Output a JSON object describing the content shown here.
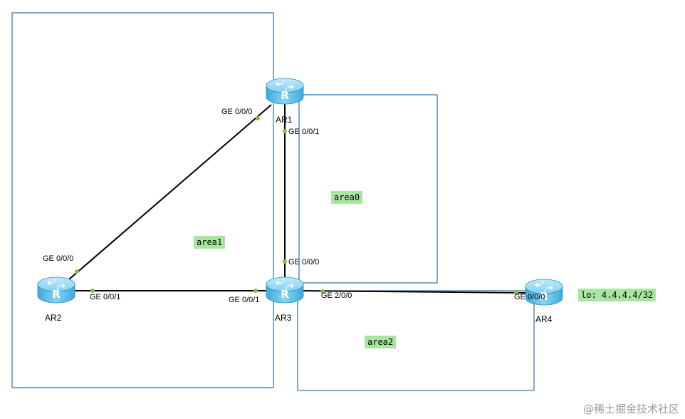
{
  "areas": [
    {
      "id": "area1",
      "label": "area1"
    },
    {
      "id": "area0",
      "label": "area0"
    },
    {
      "id": "area2",
      "label": "area2"
    }
  ],
  "routers": [
    {
      "id": "AR1",
      "label": "AR1",
      "icon": "router-icon"
    },
    {
      "id": "AR2",
      "label": "AR2",
      "icon": "router-icon"
    },
    {
      "id": "AR3",
      "label": "AR3",
      "icon": "router-icon"
    },
    {
      "id": "AR4",
      "label": "AR4",
      "icon": "router-icon"
    }
  ],
  "interfaces": {
    "ar1_ge000": "GE 0/0/0",
    "ar1_ge001": "GE 0/0/1",
    "ar2_ge000": "GE 0/0/0",
    "ar2_ge001": "GE 0/0/1",
    "ar3_ge001": "GE 0/0/1",
    "ar3_ge000": "GE 0/0/0",
    "ar3_ge200": "GE 2/0/0",
    "ar4_ge000": "GE 0/0/0"
  },
  "loopback": "lo: 4.4.4.4/32",
  "watermark": "@稀土掘金技术社区",
  "colors": {
    "area_border": "#2e6da4",
    "link": "#000000",
    "port_dot": "#7dc242",
    "tag_bg": "#a8e6a0",
    "router_body": "#5cc0ea"
  }
}
